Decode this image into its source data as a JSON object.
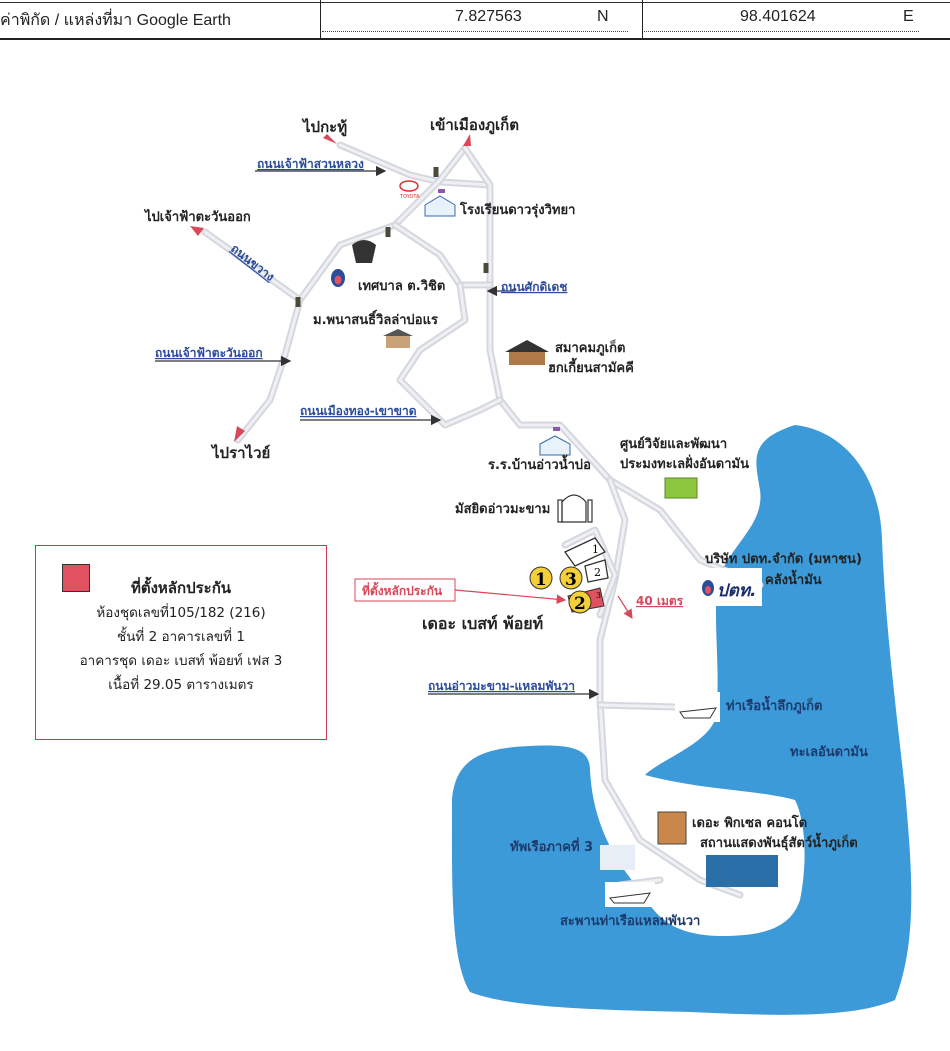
{
  "header": {
    "coord_label": "ค่าพิกัด / แหล่งที่มา Google Earth",
    "latitude": "7.827563",
    "lat_dir": "N",
    "longitude": "98.401624",
    "lon_dir": "E"
  },
  "map": {
    "destinations": {
      "kathu": "ไปกะทู้",
      "phuket_town": "เข้าเมืองภูเก็ต",
      "chaofa_east": "ไปเจ้าฟ้าตะวันออก",
      "rawai": "ไปราไวย์"
    },
    "roads": {
      "chaofa_suanluang": "ถนนเจ้าฟ้าสวนหลวง",
      "khwang": "ถนนขวาง",
      "sakdidet": "ถนนศักดิเดช",
      "chaofa_tawanok": "ถนนเจ้าฟ้าตะวันออก",
      "muangthong_khaokhad": "ถนนเมืองทอง-เขาขาด",
      "aomakham_laemphanwa": "ถนนอ่าวมะขาม-แหลมพันวา"
    },
    "landmarks": {
      "toyota": "TOYOTA",
      "daorung_school": "โรงเรียนดาวรุ่งวิทยา",
      "wichit_municipality": "เทศบาล ต.วิชิต",
      "villa_village": "ม.พนาสนธิ์วิลล่าบ่อแร",
      "hokkien_assoc_1": "สมาคมภูเก็ต",
      "hokkien_assoc_2": "ฮกเกี้ยนสามัคคี",
      "ban_ao_nambo_school": "ร.ร.บ้านอ่าวน้ำบ่อ",
      "research_center_1": "ศูนย์วิจัยและพัฒนา",
      "research_center_2": "ประมงทะเลฝั่งอันดามัน",
      "mosque": "มัสยิดอ่าวมะขาม",
      "ptt_1": "บริษัท ปตท.จำกัด (มหาชน)",
      "ptt_2": "คลังน้ำมัน",
      "ptt_logo": "ปตท.",
      "deep_sea_port": "ท่าเรือน้ำลึกภูเก็ต",
      "andaman_sea": "ทะเลอันดามัน",
      "pixel_condo": "เดอะ พิกเซล คอนโด",
      "aquarium": "สถานแสดงพันธุ์สัตว์น้ำภูเก็ต",
      "navy": "ทัพเรือภาคที่ 3",
      "pier": "สะพานท่าเรือแหลมพันวา",
      "best_point": "เดอะ เบสท์ พ้อยท์",
      "collateral_tag": "ที่ตั้งหลักประกัน",
      "distance": "40 เมตร"
    },
    "building_numbers": [
      "1",
      "2",
      "3"
    ],
    "phase_markers": [
      "1",
      "3",
      "2"
    ],
    "colors": {
      "sea": "#3d9ad8",
      "road": "#d4d8de",
      "collateral": "#e0525f",
      "marker": "#f4cf3a",
      "road_label": "#2b4c9a"
    }
  },
  "legend": {
    "title": "ที่ตั้งหลักประกัน",
    "unit": "ห้องชุดเลขที่105/182 (216)",
    "floor": "ชั้นที่ 2  อาคารเลขที่ 1",
    "project": "อาคารชุด เดอะ เบสท์ พ้อยท์ เฟส 3",
    "area": "เนื้อที่ 29.05 ตารางเมตร"
  }
}
